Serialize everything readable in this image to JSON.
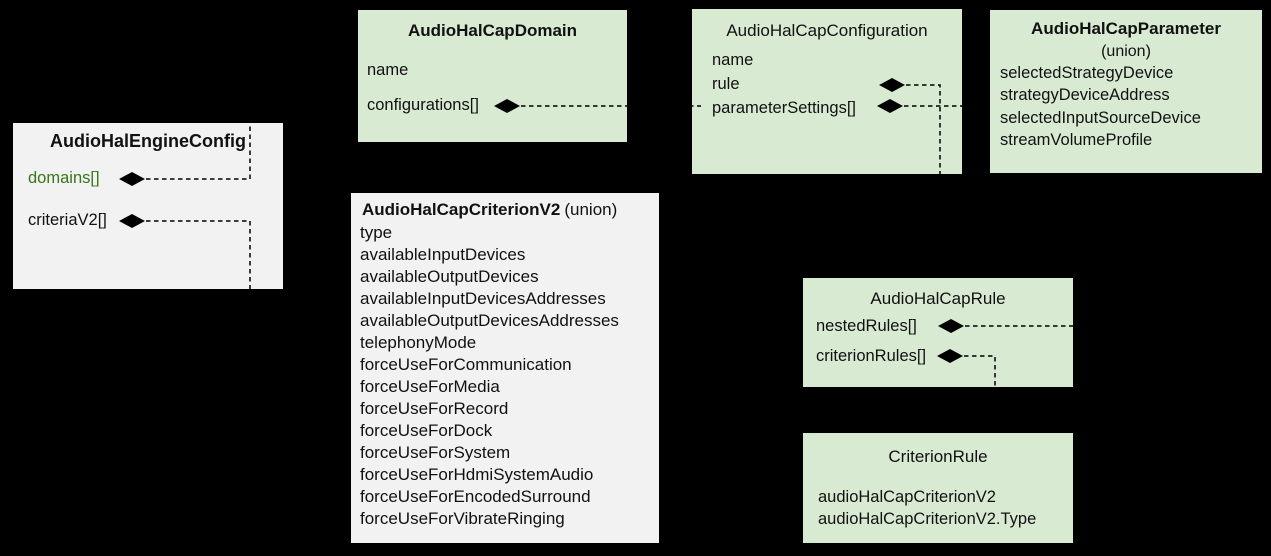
{
  "diagram": {
    "background_color": "#000000",
    "green_box_color": "#d9ead3",
    "gray_box_color": "#f2f2f2",
    "green_field_color": "#38761d",
    "connector_color": "#000000",
    "connector_style": "dashed",
    "diamond_style": "filled-composition"
  },
  "classes": {
    "engineConfig": {
      "title": "AudioHalEngineConfig",
      "fields": [
        "domains[]",
        "criteriaV2[]"
      ]
    },
    "capDomain": {
      "title": "AudioHalCapDomain",
      "fields": [
        "name",
        "configurations[]"
      ]
    },
    "capConfiguration": {
      "title": "AudioHalCapConfiguration",
      "fields": [
        "name",
        "rule",
        "parameterSettings[]"
      ]
    },
    "capParameter": {
      "title": "AudioHalCapParameter",
      "subtitle": "(union)",
      "fields": [
        "selectedStrategyDevice",
        "strategyDeviceAddress",
        "selectedInputSourceDevice",
        "streamVolumeProfile"
      ]
    },
    "criterionV2": {
      "title": "AudioHalCapCriterionV2",
      "subtitle": "(union)",
      "fields": [
        "type",
        "availableInputDevices",
        "availableOutputDevices",
        "availableInputDevicesAddresses",
        "availableOutputDevicesAddresses",
        "telephonyMode",
        "forceUseForCommunication",
        "forceUseForMedia",
        "forceUseForRecord",
        "forceUseForDock",
        "forceUseForSystem",
        "forceUseForHdmiSystemAudio",
        "forceUseForEncodedSurround",
        "forceUseForVibrateRinging"
      ]
    },
    "capRule": {
      "title": "AudioHalCapRule",
      "fields": [
        "nestedRules[]",
        "criterionRules[]"
      ]
    },
    "criterionRule": {
      "title": "CriterionRule",
      "fields": [
        "audioHalCapCriterionV2",
        "audioHalCapCriterionV2.Type"
      ]
    }
  },
  "edges": [
    {
      "from": "AudioHalEngineConfig",
      "field": "domains[]",
      "to": "AudioHalCapDomain",
      "type": "composition"
    },
    {
      "from": "AudioHalEngineConfig",
      "field": "criteriaV2[]",
      "to": "AudioHalCapCriterionV2",
      "type": "composition"
    },
    {
      "from": "AudioHalCapDomain",
      "field": "configurations[]",
      "to": "AudioHalCapConfiguration",
      "type": "composition"
    },
    {
      "from": "AudioHalCapConfiguration",
      "field": "rule",
      "to": "AudioHalCapRule",
      "type": "composition"
    },
    {
      "from": "AudioHalCapConfiguration",
      "field": "parameterSettings[]",
      "to": "AudioHalCapParameter",
      "type": "composition"
    },
    {
      "from": "AudioHalCapRule",
      "field": "nestedRules[]",
      "to": "AudioHalCapRule",
      "type": "composition"
    },
    {
      "from": "AudioHalCapRule",
      "field": "criterionRules[]",
      "to": "CriterionRule",
      "type": "composition"
    }
  ]
}
